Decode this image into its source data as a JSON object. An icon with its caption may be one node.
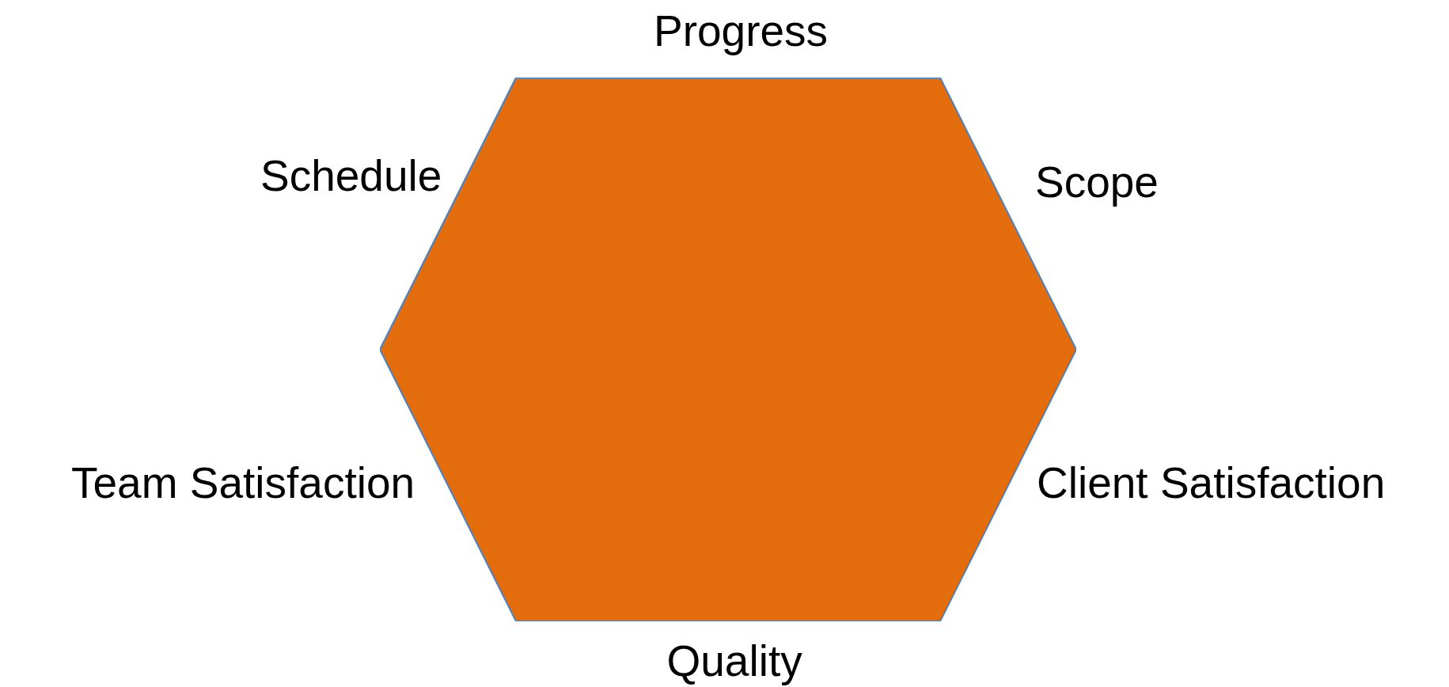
{
  "diagram": {
    "nodes": [
      {
        "text": [],
        "shape": "hexagon",
        "beside": [
          "Progress",
          "Schedule",
          "Scope",
          "Team Satisfaction",
          "Client Satisfaction",
          "Quality"
        ]
      }
    ]
  }
}
